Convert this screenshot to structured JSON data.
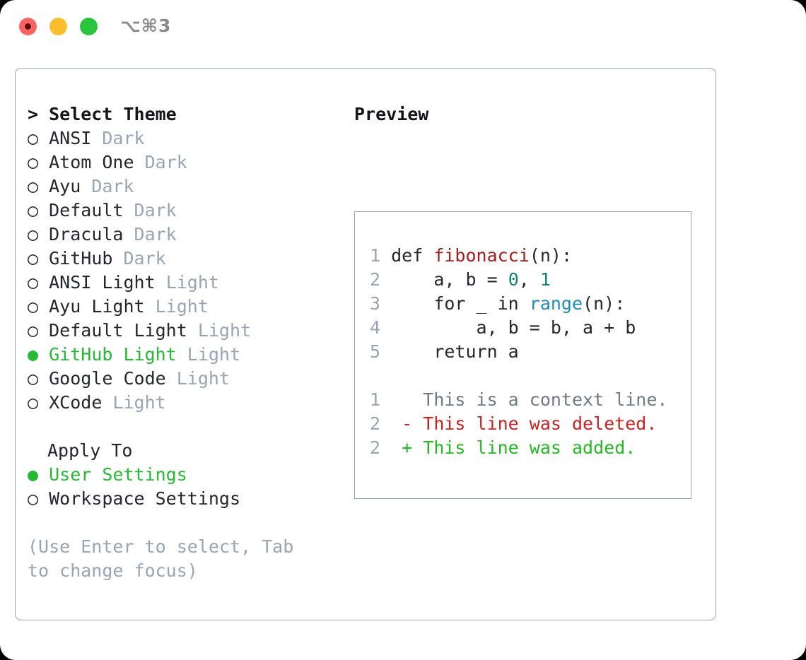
{
  "window": {
    "traffic_lights": [
      "close-red",
      "minimize-yellow",
      "zoom-green"
    ],
    "shortcut_label": "⌥⌘3",
    "colors": {
      "red": "#fc6360",
      "yellow": "#fcbe2d",
      "green": "#29c53c",
      "border": "#9aa5b4",
      "accent_green": "#22bb33",
      "muted": "#9aa5b4"
    }
  },
  "theme_picker": {
    "header": "> Select Theme",
    "bullet_unselected": "○",
    "bullet_selected": "●",
    "items": [
      {
        "bullet": "○",
        "name": "ANSI",
        "variant": "Dark",
        "selected": false
      },
      {
        "bullet": "○",
        "name": "Atom One",
        "variant": "Dark",
        "selected": false
      },
      {
        "bullet": "○",
        "name": "Ayu",
        "variant": "Dark",
        "selected": false
      },
      {
        "bullet": "○",
        "name": "Default",
        "variant": "Dark",
        "selected": false
      },
      {
        "bullet": "○",
        "name": "Dracula",
        "variant": "Dark",
        "selected": false
      },
      {
        "bullet": "○",
        "name": "GitHub",
        "variant": "Dark",
        "selected": false
      },
      {
        "bullet": "○",
        "name": "ANSI Light",
        "variant": "Light",
        "selected": false
      },
      {
        "bullet": "○",
        "name": "Ayu Light",
        "variant": "Light",
        "selected": false
      },
      {
        "bullet": "○",
        "name": "Default Light",
        "variant": "Light",
        "selected": false
      },
      {
        "bullet": "●",
        "name": "GitHub Light",
        "variant": "Light",
        "selected": true
      },
      {
        "bullet": "○",
        "name": "Google Code",
        "variant": "Light",
        "selected": false
      },
      {
        "bullet": "○",
        "name": "XCode",
        "variant": "Light",
        "selected": false
      }
    ]
  },
  "apply_to": {
    "header": "Apply To",
    "items": [
      {
        "bullet": "●",
        "name": "User Settings",
        "selected": true
      },
      {
        "bullet": "○",
        "name": "Workspace Settings",
        "selected": false
      }
    ]
  },
  "hint": "(Use Enter to select, Tab to change focus)",
  "preview": {
    "title": "Preview",
    "code_lines": [
      {
        "no": "1",
        "tokens": [
          {
            "t": "def ",
            "c": "plain"
          },
          {
            "t": "fibonacci",
            "c": "fn"
          },
          {
            "t": "(n):",
            "c": "plain"
          }
        ]
      },
      {
        "no": "2",
        "tokens": [
          {
            "t": "    a, b = ",
            "c": "plain"
          },
          {
            "t": "0",
            "c": "num"
          },
          {
            "t": ", ",
            "c": "plain"
          },
          {
            "t": "1",
            "c": "num"
          }
        ]
      },
      {
        "no": "3",
        "tokens": [
          {
            "t": "    for _ in ",
            "c": "plain"
          },
          {
            "t": "range",
            "c": "builtin"
          },
          {
            "t": "(n):",
            "c": "plain"
          }
        ]
      },
      {
        "no": "4",
        "tokens": [
          {
            "t": "        a, b = b, a + b",
            "c": "plain"
          }
        ]
      },
      {
        "no": "5",
        "tokens": [
          {
            "t": "    return a",
            "c": "plain"
          }
        ]
      }
    ],
    "diff_lines": [
      {
        "no": "1",
        "marker": "  ",
        "text": "This is a context line.",
        "kind": "ctx"
      },
      {
        "no": "2",
        "marker": "- ",
        "text": "This line was deleted.",
        "kind": "del"
      },
      {
        "no": "2",
        "marker": "+ ",
        "text": "This line was added.",
        "kind": "add"
      }
    ]
  }
}
